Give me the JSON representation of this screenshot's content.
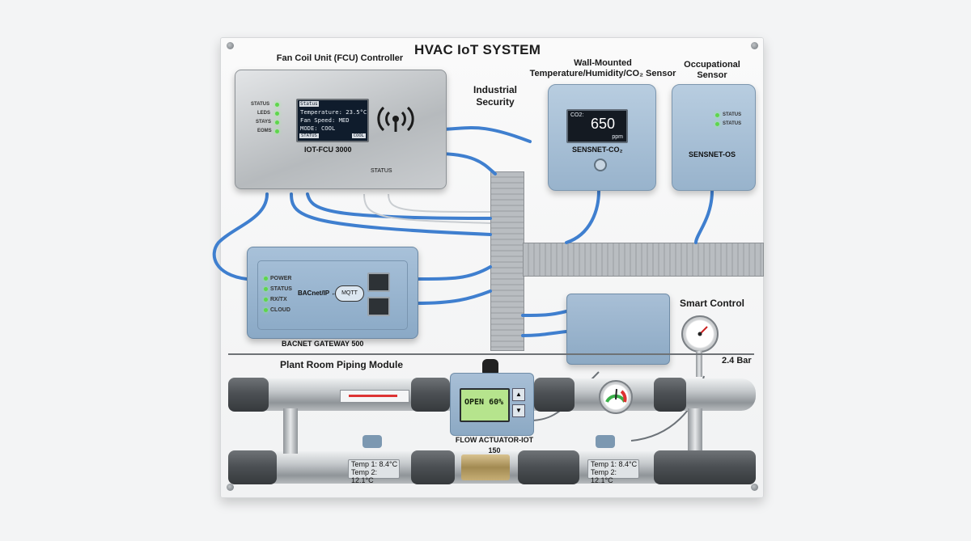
{
  "title": "HVAC IoT SYSTEM",
  "fcu": {
    "caption": "Fan Coil Unit (FCU) Controller",
    "model": "IOT-FCU 3000",
    "leds": [
      "STATUS",
      "LEDS",
      "STAYS",
      "EOMS"
    ],
    "screen": {
      "header": "Status",
      "line1": "Temperature: 23.5°C",
      "line2": "Fan Speed: MED",
      "line3": "MODE: COOL",
      "foot_left": "STATUS",
      "foot_right": "COOL"
    },
    "port_label": "STATUS"
  },
  "security_label": "Industrial\nSecurity",
  "th_sensor": {
    "caption": "Wall-Mounted\nTemperature/Humidity/CO₂ Sensor",
    "screen_label": "CO2:",
    "value": "650",
    "unit": "ppm",
    "model": "SENSNET-CO₂"
  },
  "os_sensor": {
    "caption": "Occupational\nSensor",
    "leds": [
      "STATUS",
      "STATUS"
    ],
    "model": "SENSNET-OS"
  },
  "gateway": {
    "leds": [
      "POWER",
      "STATUS",
      "RX/TX",
      "CLOUD"
    ],
    "protocol": "BACnet/IP ↔",
    "cloud": "MQTT",
    "model": "BACNET GATEWAY 500"
  },
  "smart_control": {
    "caption": "Smart Control"
  },
  "pressure": {
    "value": "2.4 Bar"
  },
  "piping": {
    "caption": "Plant Room Piping Module",
    "actuator_display": "OPEN 60%",
    "actuator_model": "FLOW ACTUATOR-IOT 150",
    "temp_left": {
      "t1": "Temp 1:  8.4°C",
      "t2": "Temp 2: 12.1°C"
    },
    "temp_right": {
      "t1": "Temp 1:  8.4°C",
      "t2": "Temp 2: 12.1°C"
    }
  },
  "colors": {
    "cable": "#3f7fcf",
    "led_green": "#5ed64b",
    "device_blue": "#9ab4cd"
  }
}
